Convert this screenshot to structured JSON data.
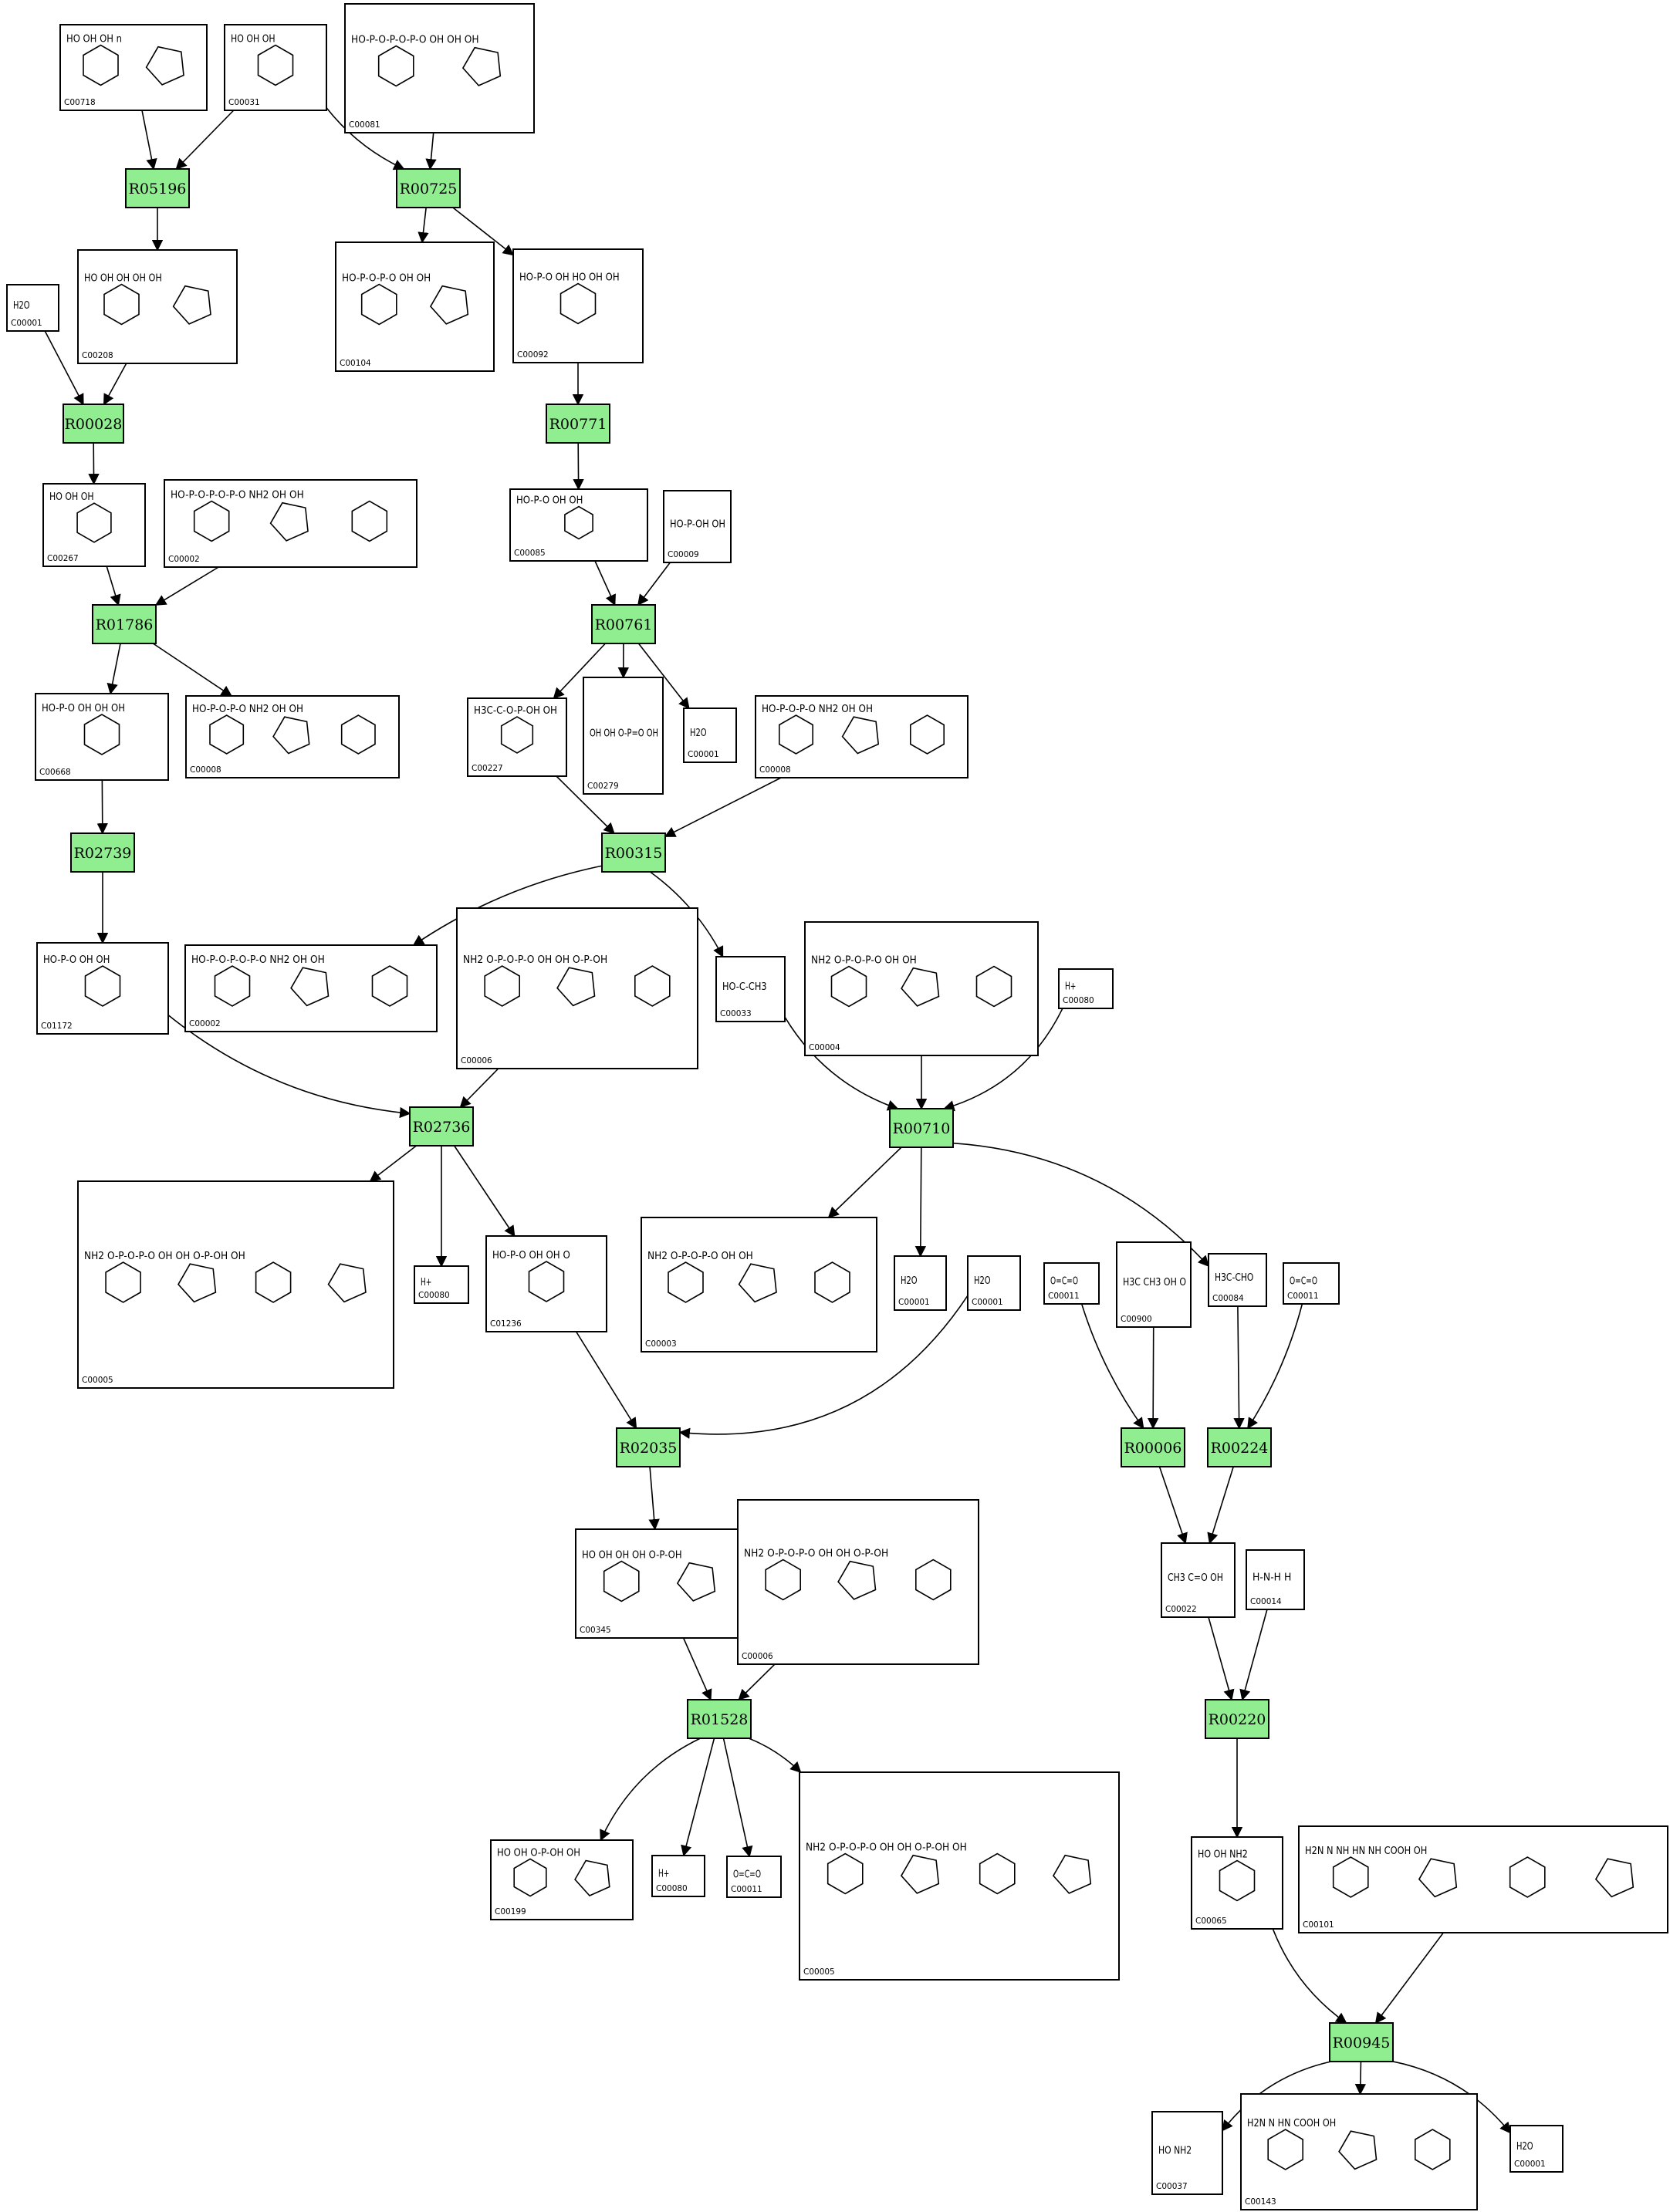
{
  "colors": {
    "reaction_fill": "#90ee90",
    "edge": "#000000",
    "box_border": "#000000"
  },
  "compounds": {
    "C00718": {
      "id": "C00718",
      "formula": "HO OH OH n"
    },
    "C00031": {
      "id": "C00031",
      "formula": "HO OH OH"
    },
    "C00081": {
      "id": "C00081",
      "formula": "HO-P-O-P-O-P-O OH OH OH"
    },
    "C00208": {
      "id": "C00208",
      "formula": "HO OH OH OH OH"
    },
    "C00001": {
      "id": "C00001",
      "formula": "H2O"
    },
    "C00104": {
      "id": "C00104",
      "formula": "HO-P-O-P-O OH OH"
    },
    "C00092": {
      "id": "C00092",
      "formula": "HO-P-O OH HO OH OH"
    },
    "C00267": {
      "id": "C00267",
      "formula": "HO OH OH"
    },
    "C00002": {
      "id": "C00002",
      "formula": "HO-P-O-P-O-P-O NH2 OH OH"
    },
    "C00085": {
      "id": "C00085",
      "formula": "HO-P-O OH OH"
    },
    "C00009": {
      "id": "C00009",
      "formula": "HO-P-OH OH"
    },
    "C00668": {
      "id": "C00668",
      "formula": "HO-P-O OH OH OH"
    },
    "C00008": {
      "id": "C00008",
      "formula": "HO-P-O-P-O NH2 OH OH"
    },
    "C00227": {
      "id": "C00227",
      "formula": "H3C-C-O-P-OH OH"
    },
    "C00279": {
      "id": "C00279",
      "formula": "OH OH O-P=O OH"
    },
    "C01172": {
      "id": "C01172",
      "formula": "HO-P-O OH OH"
    },
    "C00006": {
      "id": "C00006",
      "formula": "NH2 O-P-O-P-O OH OH O-P-OH"
    },
    "C00033": {
      "id": "C00033",
      "formula": "HO-C-CH3"
    },
    "C00004": {
      "id": "C00004",
      "formula": "NH2 O-P-O-P-O OH OH"
    },
    "C00080": {
      "id": "C00080",
      "formula": "H+"
    },
    "C00005": {
      "id": "C00005",
      "formula": "NH2 O-P-O-P-O OH OH O-P-OH OH"
    },
    "C01236": {
      "id": "C01236",
      "formula": "HO-P-O OH OH O"
    },
    "C00003": {
      "id": "C00003",
      "formula": "NH2 O-P-O-P-O OH OH"
    },
    "C00011": {
      "id": "C00011",
      "formula": "O=C=O"
    },
    "C00900": {
      "id": "C00900",
      "formula": "H3C CH3 OH O"
    },
    "C00084": {
      "id": "C00084",
      "formula": "H3C-CHO"
    },
    "C00345": {
      "id": "C00345",
      "formula": "HO OH OH OH O-P-OH"
    },
    "C00022": {
      "id": "C00022",
      "formula": "CH3 C=O OH"
    },
    "C00014": {
      "id": "C00014",
      "formula": "H-N-H H"
    },
    "C00199": {
      "id": "C00199",
      "formula": "HO OH O-P-OH OH"
    },
    "C00065": {
      "id": "C00065",
      "formula": "HO OH NH2"
    },
    "C00101": {
      "id": "C00101",
      "formula": "H2N N NH HN NH COOH OH"
    },
    "C00037": {
      "id": "C00037",
      "formula": "HO NH2"
    },
    "C00143": {
      "id": "C00143",
      "formula": "H2N N HN COOH OH"
    }
  },
  "reactions": {
    "R05196": {
      "id": "R05196"
    },
    "R00725": {
      "id": "R00725"
    },
    "R00028": {
      "id": "R00028"
    },
    "R00771": {
      "id": "R00771"
    },
    "R01786": {
      "id": "R01786"
    },
    "R00761": {
      "id": "R00761"
    },
    "R02739": {
      "id": "R02739"
    },
    "R00315": {
      "id": "R00315"
    },
    "R02736": {
      "id": "R02736"
    },
    "R00710": {
      "id": "R00710"
    },
    "R02035": {
      "id": "R02035"
    },
    "R00006": {
      "id": "R00006"
    },
    "R00224": {
      "id": "R00224"
    },
    "R01528": {
      "id": "R01528"
    },
    "R00220": {
      "id": "R00220"
    },
    "R00945": {
      "id": "R00945"
    }
  },
  "edges": [
    {
      "from": "C00718",
      "to": "R05196"
    },
    {
      "from": "C00031",
      "to": "R05196"
    },
    {
      "from": "C00031",
      "to": "R00725"
    },
    {
      "from": "C00081",
      "to": "R00725"
    },
    {
      "from": "R05196",
      "to": "C00208"
    },
    {
      "from": "R00725",
      "to": "C00104"
    },
    {
      "from": "R00725",
      "to": "C00092"
    },
    {
      "from": "C00001",
      "to": "R00028"
    },
    {
      "from": "C00208",
      "to": "R00028"
    },
    {
      "from": "C00092",
      "to": "R00771"
    },
    {
      "from": "R00028",
      "to": "C00267"
    },
    {
      "from": "R00771",
      "to": "C00085"
    },
    {
      "from": "C00267",
      "to": "R01786"
    },
    {
      "from": "C00002",
      "to": "R01786"
    },
    {
      "from": "C00085",
      "to": "R00761"
    },
    {
      "from": "C00009",
      "to": "R00761"
    },
    {
      "from": "R01786",
      "to": "C00668"
    },
    {
      "from": "R01786",
      "to": "C00008"
    },
    {
      "from": "R00761",
      "to": "C00227"
    },
    {
      "from": "R00761",
      "to": "C00279"
    },
    {
      "from": "R00761",
      "to": "C00001"
    },
    {
      "from": "C00668",
      "to": "R02739"
    },
    {
      "from": "C00227",
      "to": "R00315"
    },
    {
      "from": "C00008",
      "to": "R00315"
    },
    {
      "from": "R02739",
      "to": "C01172"
    },
    {
      "from": "R00315",
      "to": "C00002"
    },
    {
      "from": "R00315",
      "to": "C00033"
    },
    {
      "from": "C01172",
      "to": "R02736"
    },
    {
      "from": "C00006",
      "to": "R02736"
    },
    {
      "from": "C00033",
      "to": "R00710"
    },
    {
      "from": "C00004",
      "to": "R00710"
    },
    {
      "from": "C00080",
      "to": "R00710"
    },
    {
      "from": "R02736",
      "to": "C00005"
    },
    {
      "from": "R02736",
      "to": "C00080"
    },
    {
      "from": "R02736",
      "to": "C01236"
    },
    {
      "from": "R00710",
      "to": "C00003"
    },
    {
      "from": "R00710",
      "to": "C00001"
    },
    {
      "from": "R00710",
      "to": "C00084"
    },
    {
      "from": "C01236",
      "to": "R02035"
    },
    {
      "from": "C00001",
      "to": "R02035"
    },
    {
      "from": "C00011",
      "to": "R00006"
    },
    {
      "from": "C00900",
      "to": "R00006"
    },
    {
      "from": "C00084",
      "to": "R00224"
    },
    {
      "from": "C00011",
      "to": "R00224"
    },
    {
      "from": "R02035",
      "to": "C00345"
    },
    {
      "from": "R00006",
      "to": "C00022"
    },
    {
      "from": "R00224",
      "to": "C00022"
    },
    {
      "from": "C00345",
      "to": "R01528"
    },
    {
      "from": "C00006",
      "to": "R01528"
    },
    {
      "from": "C00022",
      "to": "R00220"
    },
    {
      "from": "C00014",
      "to": "R00220"
    },
    {
      "from": "R01528",
      "to": "C00199"
    },
    {
      "from": "R01528",
      "to": "C00080"
    },
    {
      "from": "R01528",
      "to": "C00011"
    },
    {
      "from": "R01528",
      "to": "C00005"
    },
    {
      "from": "R00220",
      "to": "C00065"
    },
    {
      "from": "C00065",
      "to": "R00945"
    },
    {
      "from": "C00101",
      "to": "R00945"
    },
    {
      "from": "R00945",
      "to": "C00037"
    },
    {
      "from": "R00945",
      "to": "C00143"
    },
    {
      "from": "R00945",
      "to": "C00001"
    }
  ]
}
